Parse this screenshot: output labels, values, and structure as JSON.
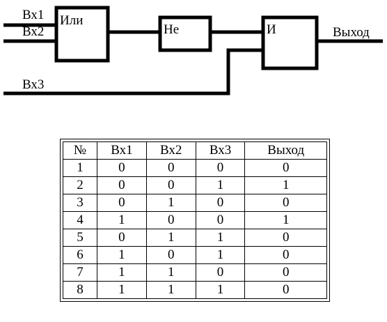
{
  "circuit": {
    "gates": {
      "or": "Или",
      "not": "Не",
      "and": "И"
    },
    "inputs": [
      "Вх1",
      "Вх2",
      "Вх3"
    ],
    "output": "Выход"
  },
  "table": {
    "headers": [
      "№",
      "Вх1",
      "Вх2",
      "Вх3",
      "Выход"
    ],
    "rows": [
      [
        "1",
        "0",
        "0",
        "0",
        "0"
      ],
      [
        "2",
        "0",
        "0",
        "1",
        "1"
      ],
      [
        "3",
        "0",
        "1",
        "0",
        "0"
      ],
      [
        "4",
        "1",
        "0",
        "0",
        "1"
      ],
      [
        "5",
        "0",
        "1",
        "1",
        "0"
      ],
      [
        "6",
        "1",
        "0",
        "1",
        "0"
      ],
      [
        "7",
        "1",
        "1",
        "0",
        "0"
      ],
      [
        "8",
        "1",
        "1",
        "1",
        "0"
      ]
    ]
  }
}
